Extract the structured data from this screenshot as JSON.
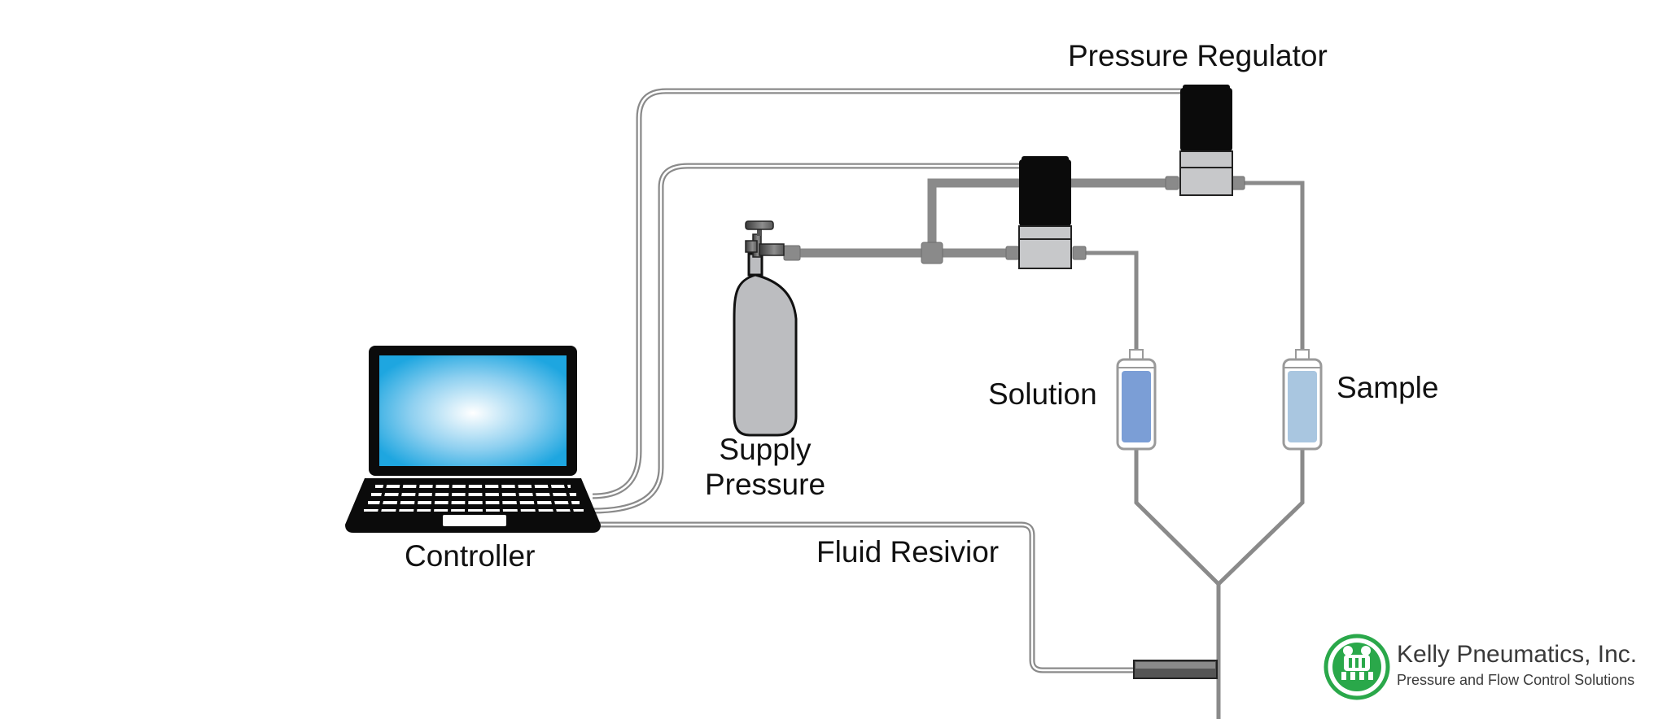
{
  "labels": {
    "pressure_regulator": "Pressure Regulator",
    "solution": "Solution",
    "sample": "Sample",
    "supply_line1": "Supply",
    "supply_line2": "Pressure",
    "controller": "Controller",
    "fluid_reservoir": "Fluid Resivior"
  },
  "logo": {
    "company": "Kelly Pneumatics, Inc.",
    "tagline": "Pressure and Flow Control Solutions",
    "color": "#2aa84a"
  },
  "colors": {
    "tubing": "#8a8a8a",
    "cable": "#8a8a8a",
    "screen": "#1ea6e0",
    "regulator_body": "#0b0b0b",
    "regulator_base": "#c7c8ca",
    "cylinder": "#bcbdc0",
    "solution_fluid": "#7b9ed6",
    "sample_fluid": "#a9c6e0"
  }
}
